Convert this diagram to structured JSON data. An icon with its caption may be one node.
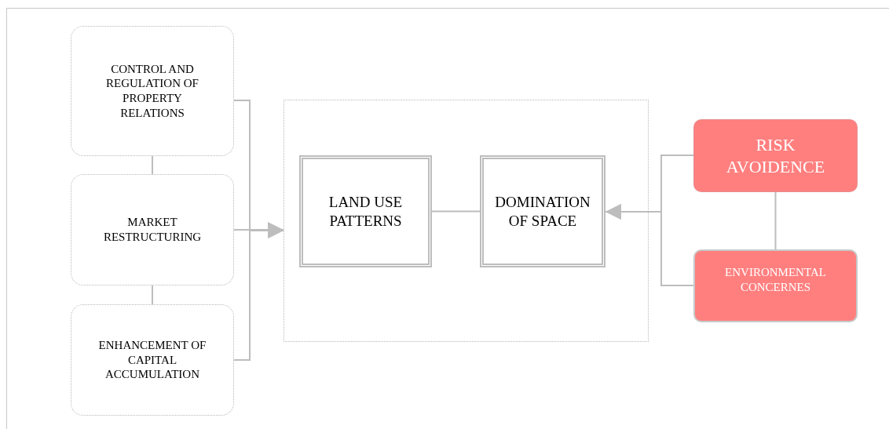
{
  "diagram": {
    "nodes": [
      {
        "text": [
          "CONTROL AND REGULATION OF PROPERTY RELATIONS"
        ]
      },
      {
        "text": [
          "MARKET RESTRUCTURING"
        ]
      },
      {
        "text": [
          "ENHANCEMENT OF CAPITAL ACCUMULATION"
        ]
      },
      {
        "text": [],
        "shape": "box"
      },
      {
        "text": [
          "LAND USE PATTERNS"
        ],
        "in": 3
      },
      {
        "text": [
          "DOMINATION OF SPACE"
        ],
        "in": 3
      },
      {
        "text": [
          "RISK AVOIDENCE"
        ]
      },
      {
        "text": [
          "ENVIRONMENTAL CONCERNES"
        ]
      }
    ],
    "edges": [
      {
        "from": 0,
        "to": 3,
        "arrow": "to"
      },
      {
        "from": 1,
        "to": 3,
        "arrow": "to"
      },
      {
        "from": 2,
        "to": 3,
        "arrow": "to"
      },
      {
        "from": 0,
        "to": 1,
        "arrow": "none"
      },
      {
        "from": 1,
        "to": 2,
        "arrow": "none"
      },
      {
        "from": 4,
        "to": 5,
        "arrow": "none"
      },
      {
        "from": 6,
        "to": 5,
        "arrow": "to"
      },
      {
        "from": 7,
        "to": 5,
        "arrow": "to"
      },
      {
        "from": 6,
        "to": 7,
        "arrow": "none"
      }
    ]
  }
}
